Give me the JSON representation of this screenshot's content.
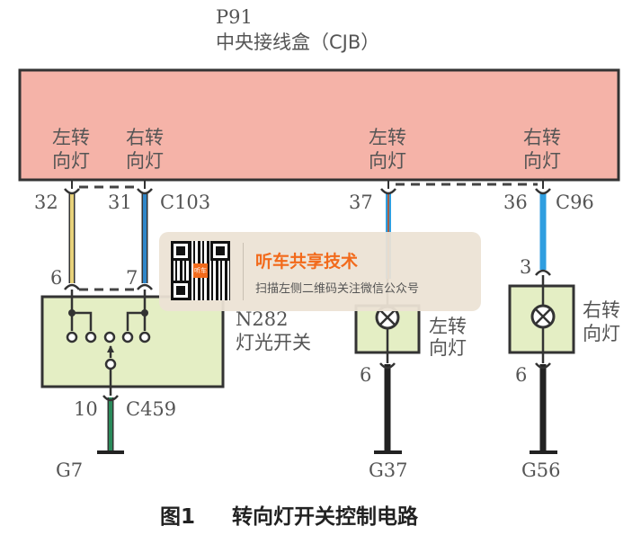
{
  "module": {
    "code": "P91",
    "name": "中央接线盒（CJB）"
  },
  "module_pins": [
    {
      "line1": "左转",
      "line2": "向灯"
    },
    {
      "line1": "右转",
      "line2": "向灯"
    },
    {
      "line1": "左转",
      "line2": "向灯"
    },
    {
      "line1": "右转",
      "line2": "向灯"
    }
  ],
  "connectors": {
    "c103": {
      "name": "C103",
      "pin_a": "32",
      "pin_b": "31"
    },
    "c96": {
      "name": "C96",
      "pin_a": "37",
      "pin_b": "36"
    },
    "c459": {
      "name": "C459",
      "pin": "10"
    }
  },
  "switch": {
    "code": "N282",
    "name": "灯光开关",
    "pin_a": "6",
    "pin_b": "7"
  },
  "lamps": [
    {
      "line1": "左转",
      "line2": "向灯",
      "pin_in": "",
      "pin_out": "6",
      "ground": "G37"
    },
    {
      "line1": "右转",
      "line2": "向灯",
      "pin_in": "3",
      "pin_out": "6",
      "ground": "G56"
    }
  ],
  "switch_ground": "G7",
  "caption": {
    "number": "图1",
    "title": "转向灯开关控制电路"
  },
  "overlay": {
    "logo_text": "听车",
    "title": "听车共享技术",
    "subtitle": "扫描左侧二维码关注微信公众号"
  },
  "colors": {
    "module_fill": "#f5b3a8",
    "switch_fill": "#e4eec4",
    "accent": "#f26a1b"
  }
}
